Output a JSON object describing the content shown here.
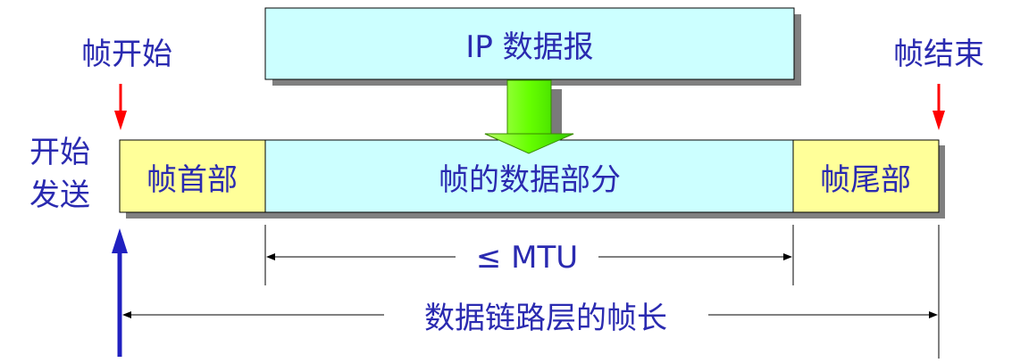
{
  "diagram": {
    "ip_datagram": "IP 数据报",
    "frame_start": "帧开始",
    "frame_end": "帧结束",
    "start_send_line1": "开始",
    "start_send_line2": "发送",
    "frame_header": "帧首部",
    "frame_data": "帧的数据部分",
    "frame_trailer": "帧尾部",
    "mtu_label": "≤ MTU",
    "frame_length_label": "数据链路层的帧长",
    "colors": {
      "header_fill": "#ffff99",
      "data_fill": "#ccffff",
      "ip_fill": "#ccffff",
      "shadow": "#808080",
      "text": "#2a2ab0",
      "red_arrow": "#ff0000",
      "blue_arrow": "#2020c0",
      "green_arrow": "#66ff00"
    }
  }
}
